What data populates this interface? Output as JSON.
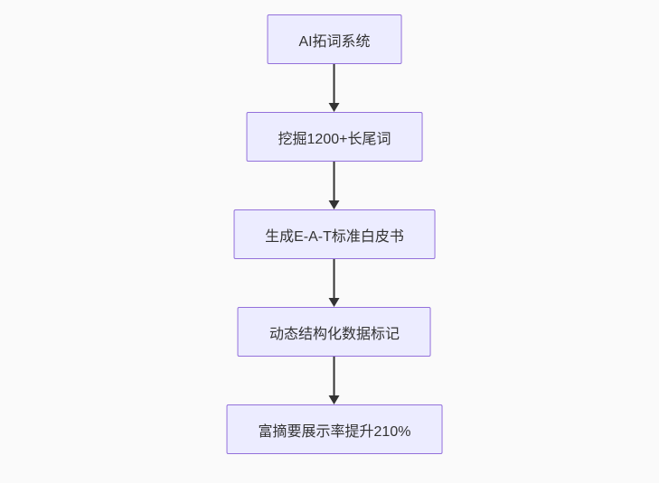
{
  "flowchart": {
    "type": "flowchart",
    "direction": "top-down",
    "nodes": [
      {
        "id": "n1",
        "label": "AI拓词系统"
      },
      {
        "id": "n2",
        "label": "挖掘1200+长尾词"
      },
      {
        "id": "n3",
        "label": "生成E-A-T标准白皮书"
      },
      {
        "id": "n4",
        "label": "动态结构化数据标记"
      },
      {
        "id": "n5",
        "label": "富摘要展示率提升210%"
      }
    ],
    "edges": [
      {
        "from": "n1",
        "to": "n2",
        "arrow": "down"
      },
      {
        "from": "n2",
        "to": "n3",
        "arrow": "down"
      },
      {
        "from": "n3",
        "to": "n4",
        "arrow": "down"
      },
      {
        "from": "n4",
        "to": "n5",
        "arrow": "down"
      }
    ]
  },
  "colors": {
    "background": "#fafafa",
    "node_fill": "#ececff",
    "node_border": "#9370db",
    "node_text": "#333333",
    "arrow": "#333333"
  }
}
